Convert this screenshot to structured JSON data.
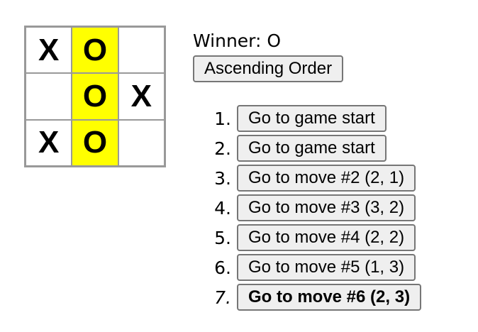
{
  "board": {
    "squares": [
      "X",
      "O",
      "",
      "",
      "O",
      "X",
      "X",
      "O",
      ""
    ],
    "winning_line": [
      1,
      4,
      7
    ],
    "highlight_color": "#ffff00"
  },
  "status": {
    "label": "Winner:",
    "winner": "O"
  },
  "sort_button": {
    "label": "Ascending Order"
  },
  "moves": [
    {
      "number": "1.",
      "label": "Go to game start"
    },
    {
      "number": "2.",
      "label": "Go to game start"
    },
    {
      "number": "3.",
      "label": "Go to move #2 (2, 1)"
    },
    {
      "number": "4.",
      "label": "Go to move #3 (3, 2)"
    },
    {
      "number": "5.",
      "label": "Go to move #4 (2, 2)"
    },
    {
      "number": "6.",
      "label": "Go to move #5 (1, 3)"
    },
    {
      "number": "7.",
      "label": "Go to move #6 (2, 3)",
      "current": true
    }
  ]
}
